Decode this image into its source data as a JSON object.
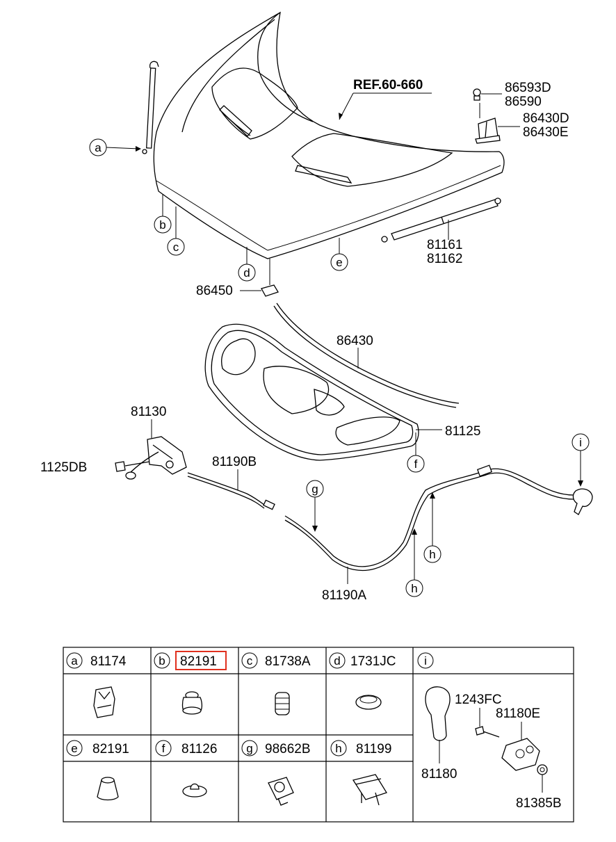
{
  "reference": "REF.60-660",
  "callouts": {
    "p86593D": "86593D",
    "p86590": "86590",
    "p86430D": "86430D",
    "p86430E": "86430E",
    "p81161": "81161",
    "p81162": "81162",
    "p86450": "86450",
    "p86430": "86430",
    "p81130": "81130",
    "p1125DB": "1125DB",
    "p81125": "81125",
    "p81190B": "81190B",
    "p81190A": "81190A"
  },
  "markers": {
    "a": "a",
    "b": "b",
    "c": "c",
    "d": "d",
    "e": "e",
    "f": "f",
    "g": "g",
    "h1": "h",
    "h2": "h",
    "i": "i"
  },
  "legend": {
    "cells": [
      {
        "key": "a",
        "part": "81174"
      },
      {
        "key": "b",
        "part": "82191",
        "highlighted": true
      },
      {
        "key": "c",
        "part": "81738A"
      },
      {
        "key": "d",
        "part": "1731JC"
      },
      {
        "key": "e",
        "part": "82191"
      },
      {
        "key": "f",
        "part": "81126"
      },
      {
        "key": "g",
        "part": "98662B"
      },
      {
        "key": "h",
        "part": "81199"
      }
    ],
    "i_cell": {
      "key": "i",
      "parts": {
        "p1243FC": "1243FC",
        "p81180E": "81180E",
        "p81180": "81180",
        "p81385B": "81385B"
      }
    }
  },
  "highlight_color": "#e0301e"
}
